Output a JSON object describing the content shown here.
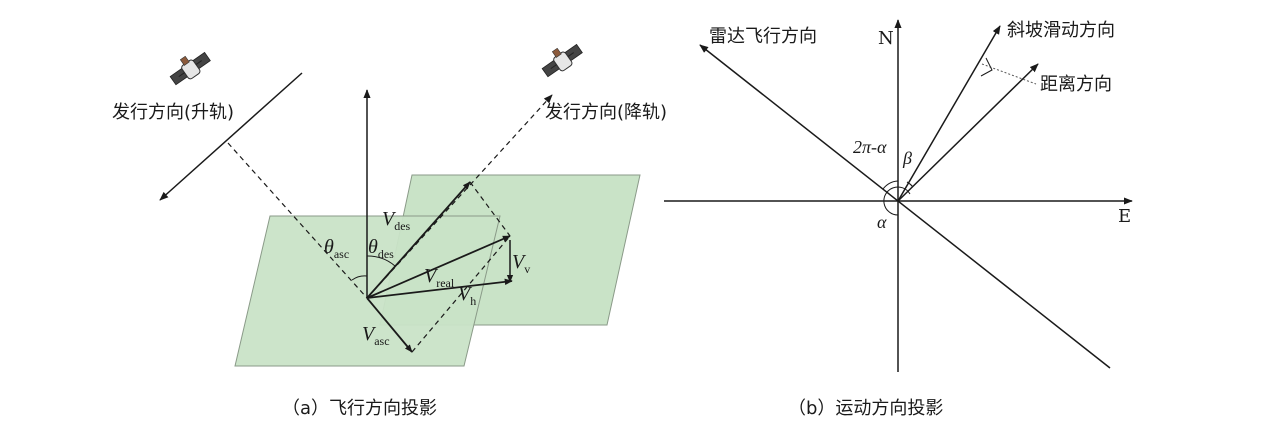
{
  "panel_a": {
    "label_asc_direction": "发行方向(升轨)",
    "label_des_direction": "发行方向(降轨)",
    "theta": "θ",
    "theta_asc_sub": "asc",
    "theta_des_sub": "des",
    "v": "V",
    "v_des_sub": "des",
    "v_real_sub": "real",
    "v_v_sub": "v",
    "v_h_sub": "h",
    "v_asc_sub": "asc",
    "caption": "（a）飞行方向投影",
    "plane_fill": "#c9e3c7"
  },
  "panel_b": {
    "label_radar": "雷达飞行方向",
    "label_north": "N",
    "label_slope": "斜坡滑动方向",
    "label_range": "距离方向",
    "label_east": "E",
    "label_two_pi_alpha": "2π-α",
    "label_beta": "β",
    "label_alpha": "α",
    "caption": "（b）运动方向投影"
  }
}
